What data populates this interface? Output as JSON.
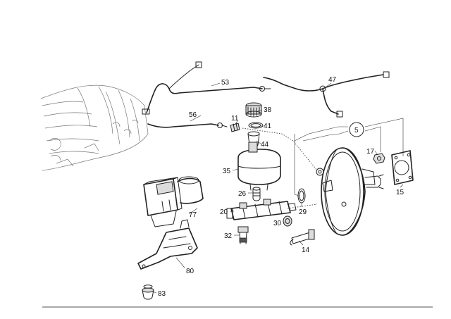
{
  "callouts": [
    {
      "id": "53",
      "text": "53"
    },
    {
      "id": "47",
      "text": "47"
    },
    {
      "id": "38",
      "text": "38"
    },
    {
      "id": "56",
      "text": "56"
    },
    {
      "id": "11",
      "text": "11"
    },
    {
      "id": "41",
      "text": "41"
    },
    {
      "id": "44",
      "text": "44"
    },
    {
      "id": "5",
      "text": "5"
    },
    {
      "id": "17",
      "text": "17"
    },
    {
      "id": "35",
      "text": "35"
    },
    {
      "id": "15",
      "text": "15"
    },
    {
      "id": "26",
      "text": "26"
    },
    {
      "id": "77",
      "text": "77"
    },
    {
      "id": "20",
      "text": "20"
    },
    {
      "id": "29",
      "text": "29"
    },
    {
      "id": "30",
      "text": "30"
    },
    {
      "id": "32",
      "text": "32"
    },
    {
      "id": "14",
      "text": "14"
    },
    {
      "id": "80",
      "text": "80"
    },
    {
      "id": "83",
      "text": "83"
    }
  ]
}
